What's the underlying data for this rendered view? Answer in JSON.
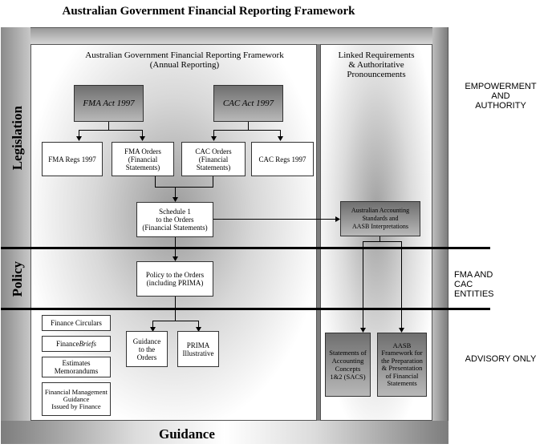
{
  "title": "Australian Government Financial Reporting Framework",
  "bands": {
    "legislation": "Legislation",
    "policy": "Policy",
    "guidance": "Guidance"
  },
  "main_header": "Australian Government Financial Reporting Framework\n(Annual Reporting)",
  "right_header": "Linked Requirements\n& Authoritative\nPronouncements",
  "nodes": {
    "fma_act": "FMA Act 1997",
    "cac_act": "CAC Act 1997",
    "fma_regs": "FMA Regs 1997",
    "fma_orders": "FMA Orders\n(Financial\nStatements)",
    "cac_orders": "CAC Orders\n(Financial\nStatements)",
    "cac_regs": "CAC Regs 1997",
    "schedule1": "Schedule 1\nto the Orders\n(Financial Statements)",
    "aas": "Australian Accounting\nStandards and\nAASB Interpretations",
    "policy_orders": "Policy to the Orders\n(including PRIMA)",
    "finance_circulars": "Finance Circulars",
    "finance_briefs_a": "Finance",
    "finance_briefs_b": "Briefs",
    "estimates_memo": "Estimates\nMemorandums",
    "fmg": "Financial Management\nGuidance\nIssued by Finance",
    "guidance_orders": "Guidance\nto the\nOrders",
    "prima": "PRIMA\nIllustrative",
    "sacs": "Statements of\nAccounting\nConcepts\n1&2 (SACS)",
    "aasb_framework": "AASB\nFramework for\nthe Preparation\n& Presentation\nof Financial\nStatements"
  },
  "side_labels": {
    "empowerment": "EMPOWERMENT\nAND\nAUTHORITY",
    "fma_cac": "FMA AND CAC\nENTITIES",
    "advisory": "ADVISORY ONLY"
  }
}
